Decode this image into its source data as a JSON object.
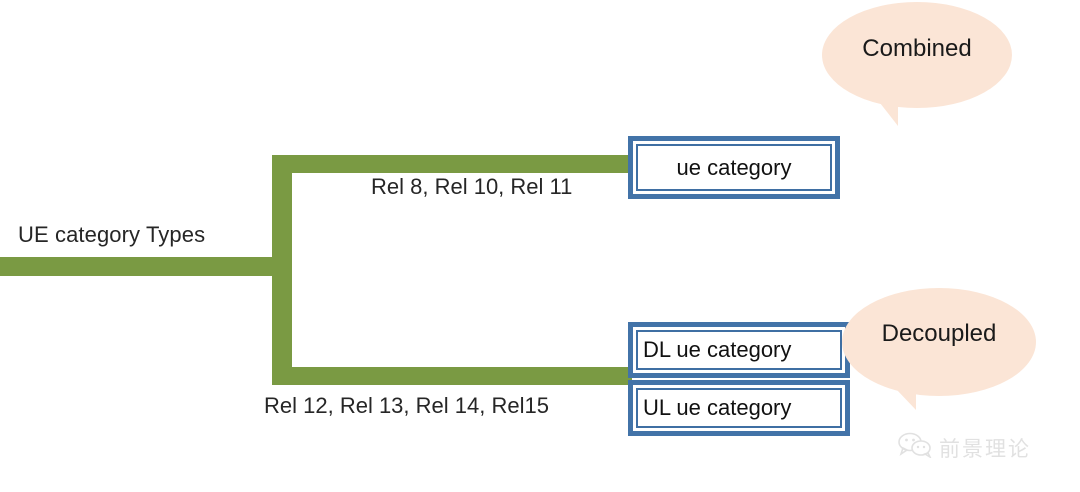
{
  "diagram": {
    "root": {
      "label": "UE category Types"
    },
    "branches": [
      {
        "edge_label": "Rel 8, Rel 10, Rel 11",
        "boxes": [
          {
            "label": "ue category"
          }
        ],
        "callout": {
          "label": "Combined"
        }
      },
      {
        "edge_label": "Rel 12, Rel 13, Rel 14, Rel15",
        "boxes": [
          {
            "label": "DL ue category"
          },
          {
            "label": "UL ue category"
          }
        ],
        "callout": {
          "label": "Decoupled"
        }
      }
    ],
    "colors": {
      "connector_green": "#7a9a43",
      "box_border_blue": "#4273a8",
      "box_inner_blue": "#3f6fa3",
      "callout_fill": "#fbe5d6",
      "text": "#262626",
      "background": "#ffffff",
      "watermark": "#dedede"
    }
  },
  "watermark": {
    "icon": "wechat-icon",
    "text": "前景理论"
  }
}
